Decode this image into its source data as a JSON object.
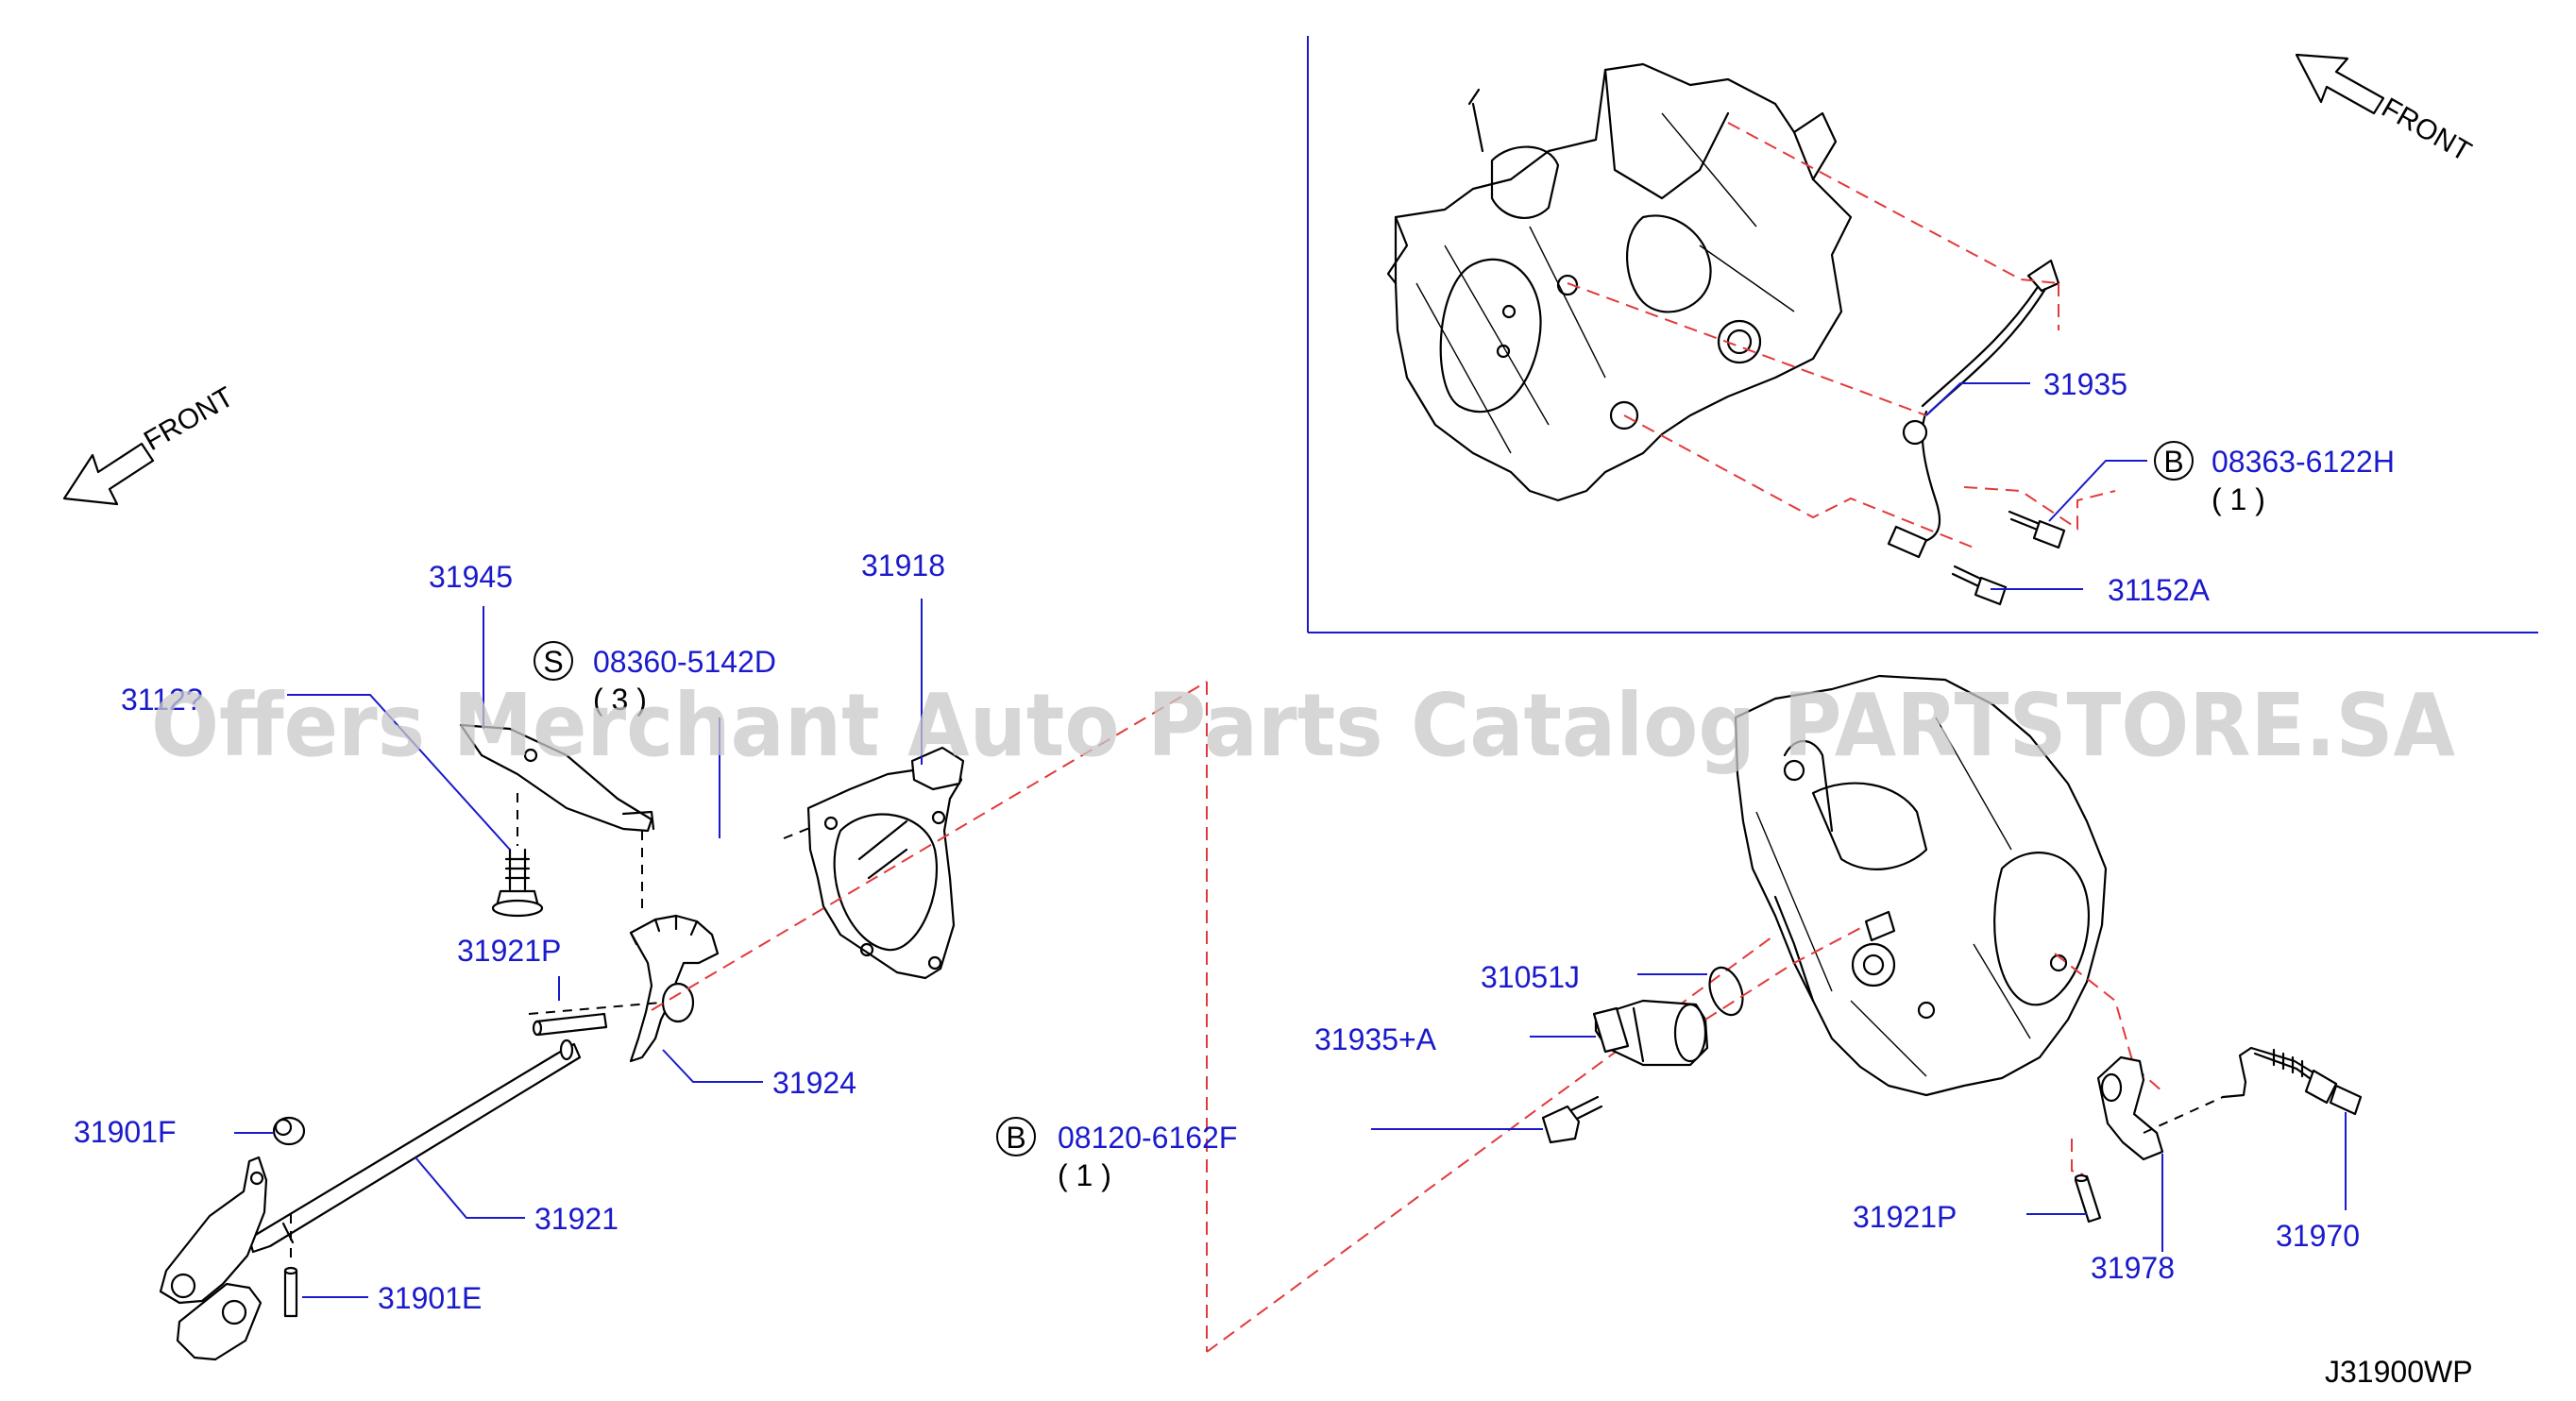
{
  "front_labels": {
    "left": "FRONT",
    "right": "FRONT"
  },
  "watermark": "Offers Merchant Auto Parts Catalog PARTSTORE.SA",
  "diagram_code": "J31900WP",
  "callouts": {
    "c31945": "31945",
    "c31918": "31918",
    "c3112x": "3112?",
    "c08360_code": "08360-5142D",
    "c08360_badge": "S",
    "c08360_qty": "( 3 )",
    "c31921P_left": "31921P",
    "c31924": "31924",
    "c31901F": "31901F",
    "c31921": "31921",
    "c31901E": "31901E",
    "c08120_code": "08120-6162F",
    "c08120_badge": "B",
    "c08120_qty": "( 1 )",
    "c31935": "31935",
    "c08363_code": "08363-6122H",
    "c08363_badge": "B",
    "c08363_qty": "( 1 )",
    "c31152A": "31152A",
    "c31051J": "31051J",
    "c31935A": "31935+A",
    "c31921P_right": "31921P",
    "c31978": "31978",
    "c31970": "31970"
  }
}
